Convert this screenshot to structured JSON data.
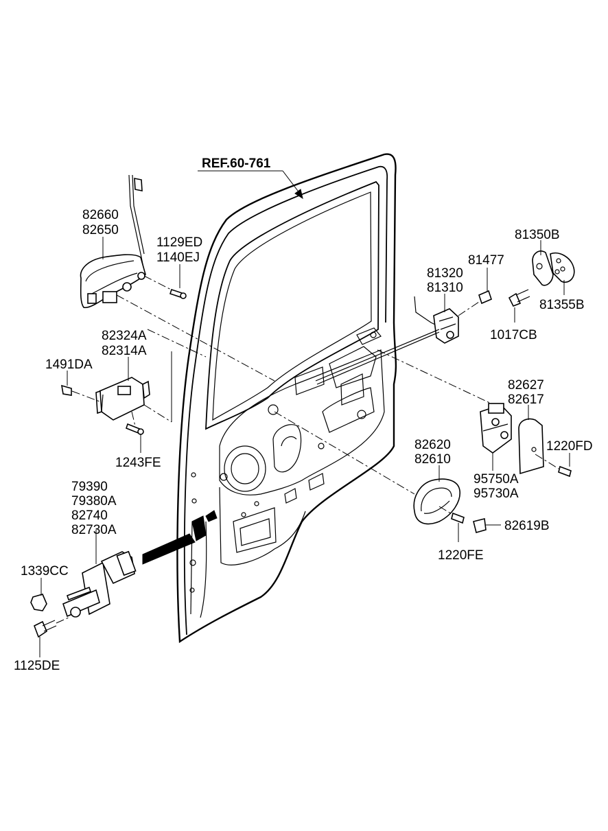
{
  "diagram": {
    "ref_label": "REF.60-761",
    "labels": {
      "l_82660": "82660",
      "l_82650": "82650",
      "l_1129ED": "1129ED",
      "l_1140EJ": "1140EJ",
      "l_82324A": "82324A",
      "l_82314A": "82314A",
      "l_1491DA": "1491DA",
      "l_1243FE": "1243FE",
      "l_79390": "79390",
      "l_79380A": "79380A",
      "l_82740": "82740",
      "l_82730A": "82730A",
      "l_1339CC": "1339CC",
      "l_1125DE": "1125DE",
      "l_81350B": "81350B",
      "l_81477": "81477",
      "l_81320": "81320",
      "l_81310": "81310",
      "l_81355B": "81355B",
      "l_1017CB": "1017CB",
      "l_82627": "82627",
      "l_82617": "82617",
      "l_1220FD": "1220FD",
      "l_95750A": "95750A",
      "l_95730A": "95730A",
      "l_82620": "82620",
      "l_82610": "82610",
      "l_82619B": "82619B",
      "l_1220FE": "1220FE"
    }
  }
}
